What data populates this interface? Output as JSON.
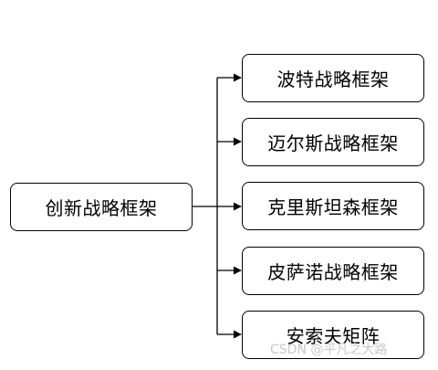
{
  "diagram": {
    "root": {
      "label": "创新战略框架"
    },
    "children": [
      {
        "label": "波特战略框架"
      },
      {
        "label": "迈尔斯战略框架"
      },
      {
        "label": "克里斯坦森框架"
      },
      {
        "label": "皮萨诺战略框架"
      },
      {
        "label": "安索夫矩阵"
      }
    ]
  },
  "watermark": "CSDN @平凡之大路",
  "colors": {
    "stroke": "#000000",
    "background": "#ffffff",
    "watermark": "#c9c9c9"
  }
}
